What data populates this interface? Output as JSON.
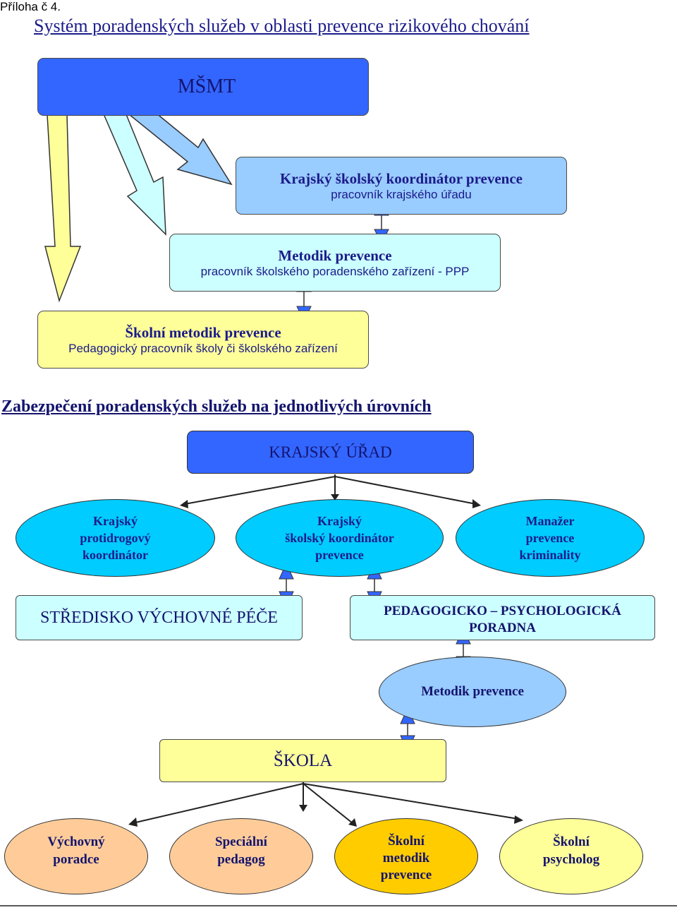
{
  "attachment_label": "Příloha č 4.",
  "main_title": "Systém poradenských služeb v oblasti prevence rizikového chování",
  "top": {
    "msmt": "MŠMT",
    "kraj_coord_title": "Krajský školský koordinátor prevence",
    "kraj_coord_sub": "pracovník krajského úřadu",
    "metodik_title": "Metodik prevence",
    "metodik_sub": "pracovník školského poradenského zařízení - PPP",
    "skolni_title": "Školní metodik prevence",
    "skolni_sub": "Pedagogický pracovník školy či školského zařízení"
  },
  "section_heading": "Zabezpečení poradenských služeb na jednotlivých úrovních",
  "bottom": {
    "krajsky_urad": "KRAJSKÝ ÚŘAD",
    "ellipse_left": [
      "Krajský",
      "protidrogový",
      "koordinátor"
    ],
    "ellipse_mid": [
      "Krajský",
      "školský koordinátor",
      "prevence"
    ],
    "ellipse_right": [
      "Manažer",
      "prevence",
      "kriminality"
    ],
    "svp": "STŘEDISKO VÝCHOVNÉ PÉČE",
    "ppp": [
      "PEDAGOGICKO – PSYCHOLOGICKÁ",
      "PORADNA"
    ],
    "metodik": "Metodik prevence",
    "skola": "ŠKOLA",
    "leaf_1": [
      "Výchovný",
      "poradce"
    ],
    "leaf_2": [
      "Speciální",
      "pedagog"
    ],
    "leaf_3": [
      "Školní",
      "metodik",
      "prevence"
    ],
    "leaf_4": [
      "Školní",
      "psycholog"
    ]
  },
  "colors": {
    "msmt_fill": "#3366ff",
    "kraj_coord_fill": "#99ccff",
    "metodik_fill": "#ccffff",
    "skolni_fill": "#ffff99",
    "ellipse_fill": "#00ccff",
    "ppp_fill": "#ccffff",
    "skola_fill": "#ffff99",
    "leaf_orange": "#ffcc99",
    "leaf_gold": "#ffcc00",
    "leaf_light": "#ffff99",
    "arrow_yellow": "#ffff99",
    "arrow_cyan": "#ccffff",
    "arrow_blue": "#99ccff",
    "connector_blue": "#3366ff"
  }
}
